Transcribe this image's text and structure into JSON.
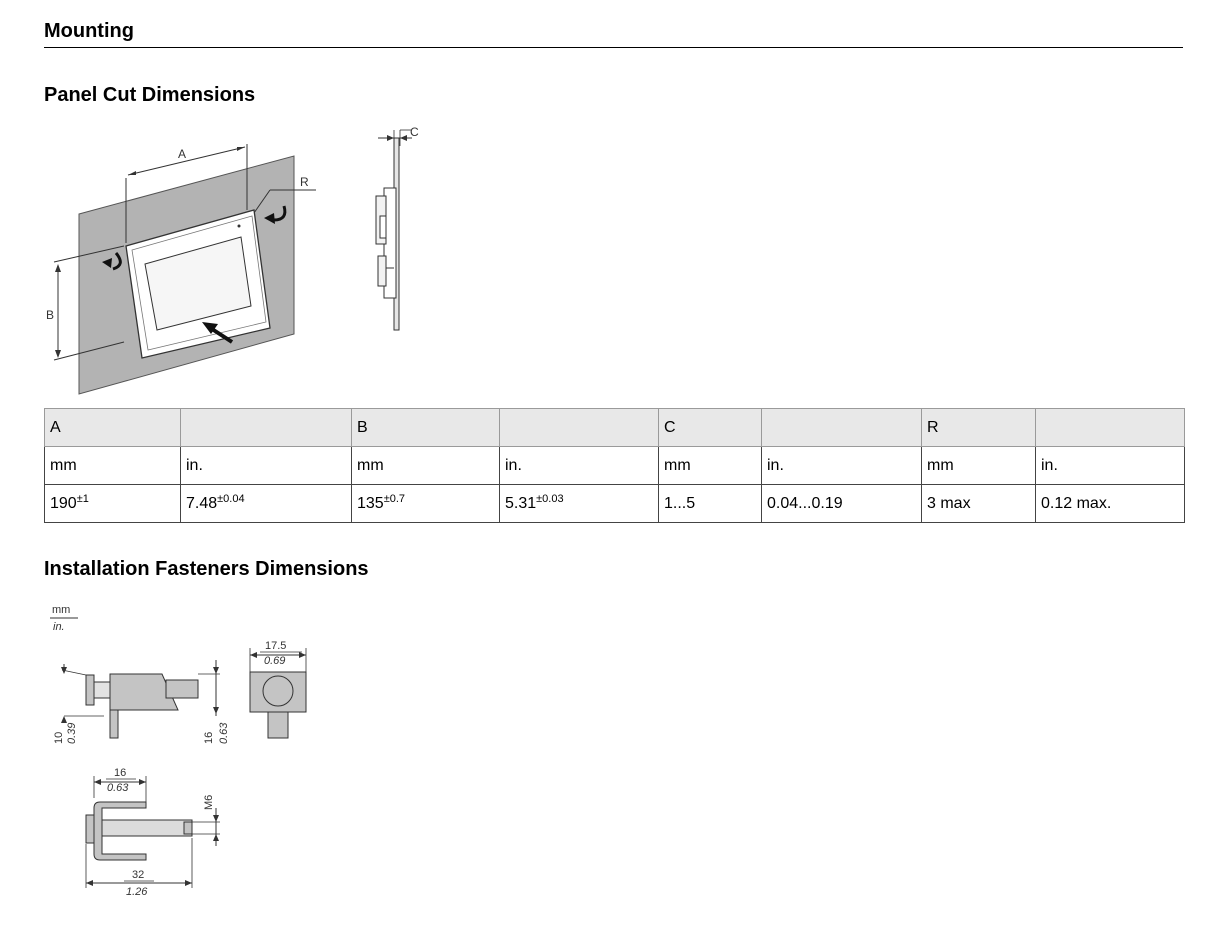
{
  "page": {
    "title": "Mounting",
    "section_panel": "Panel Cut Dimensions",
    "section_fasteners": "Installation Fasteners Dimensions"
  },
  "figure_panel": {
    "label_a": "A",
    "label_b": "B",
    "label_r": "R",
    "label_c": "C"
  },
  "table": {
    "headers": [
      "A",
      "B",
      "C",
      "R"
    ],
    "units": [
      "mm",
      "in.",
      "mm",
      "in.",
      "mm",
      "in.",
      "mm",
      "in."
    ],
    "values": [
      {
        "base": "190",
        "tol": "±1"
      },
      {
        "base": "7.48",
        "tol": "±0.04"
      },
      {
        "base": "135",
        "tol": "±0.7"
      },
      {
        "base": "5.31",
        "tol": "±0.03"
      },
      {
        "base": "1...5",
        "tol": ""
      },
      {
        "base": "0.04...0.19",
        "tol": ""
      },
      {
        "base": "3 max",
        "tol": ""
      },
      {
        "base": "0.12 max.",
        "tol": ""
      }
    ]
  },
  "figure_fasteners": {
    "unit_top": "mm",
    "unit_bottom": "in.",
    "dim_width_mm": "17.5",
    "dim_width_in": "0.69",
    "dim_height_mm": "10",
    "dim_height_in": "0.39",
    "dim_right_mm": "16",
    "dim_right_in": "0.63",
    "dim_top_mm": "16",
    "dim_top_in": "0.63",
    "dim_thread": "M6",
    "dim_length_mm": "32",
    "dim_length_in": "1.26"
  }
}
